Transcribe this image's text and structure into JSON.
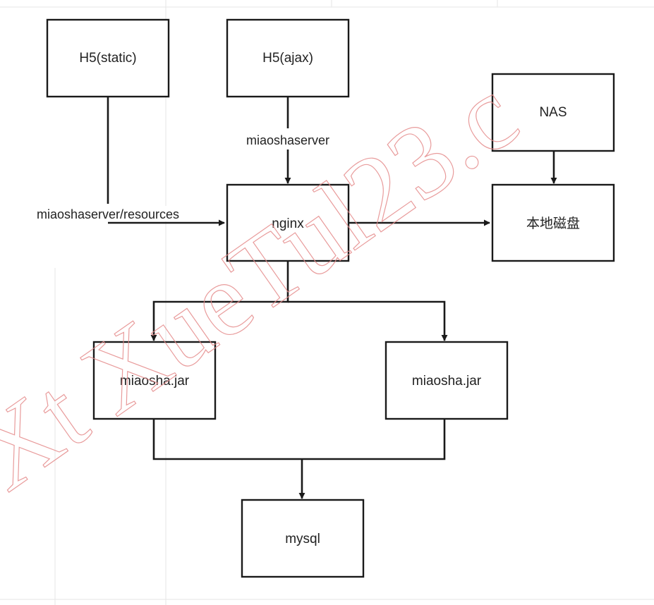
{
  "diagram": {
    "nodes": {
      "h5_static": "H5(static)",
      "h5_ajax": "H5(ajax)",
      "nas": "NAS",
      "nginx": "nginx",
      "local_disk": "本地磁盘",
      "jar_left": "miaosha.jar",
      "jar_right": "miaosha.jar",
      "mysql": "mysql"
    },
    "edges": {
      "ajax_to_nginx": "miaoshaserver",
      "static_to_nginx": "miaoshaserver/resources"
    }
  },
  "watermark": "Xt XueTul23.c",
  "colors": {
    "stroke": "#1a1a1a",
    "watermark": "#e58a8a"
  }
}
